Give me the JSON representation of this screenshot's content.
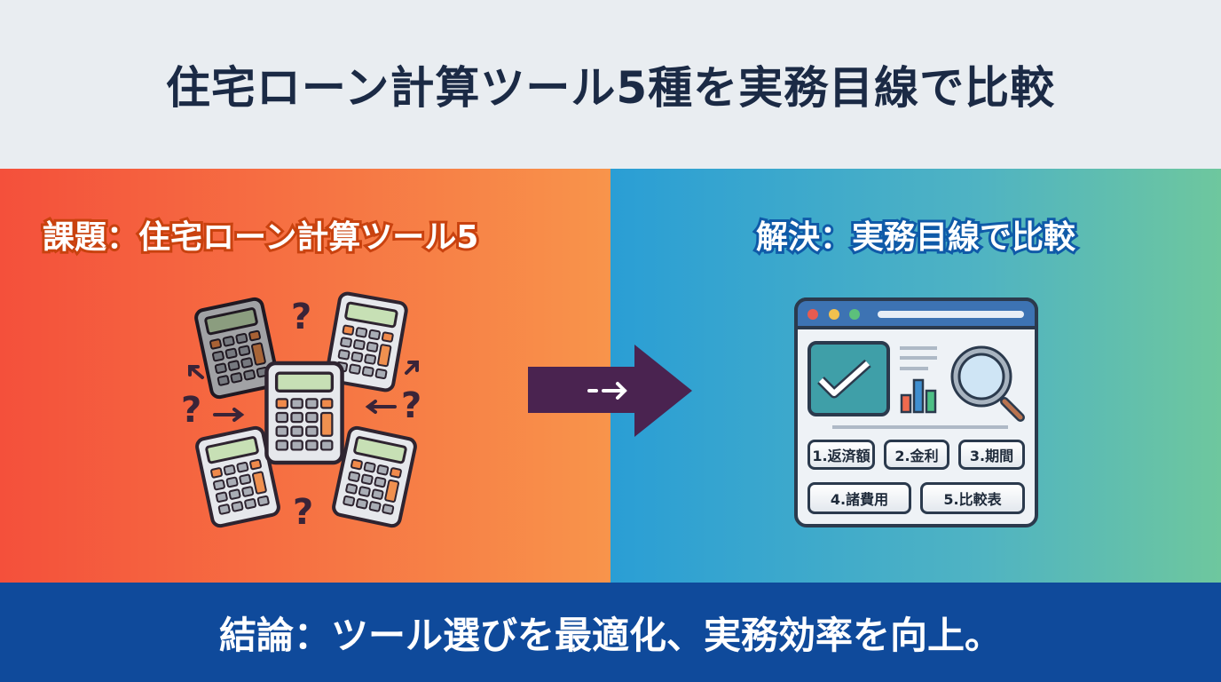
{
  "title": "住宅ローン計算ツール5種を実務目線で比較",
  "problem": {
    "heading": "課題：住宅ローン計算ツール5"
  },
  "solution": {
    "heading": "解決：実務目線で比較",
    "buttons": [
      "1.返済額",
      "2.金利",
      "3.期間",
      "4.諸費用",
      "5.比較表"
    ]
  },
  "conclusion": "結論：ツール選びを最適化、実務効率を向上。",
  "colors": {
    "header_bg": "#e9edf1",
    "title": "#1b2a45",
    "problem_start": "#f4503b",
    "problem_end": "#f8944b",
    "solution_start": "#2a9ed5",
    "solution_end": "#6ec79e",
    "footer_bg": "#0f4a9b",
    "arrow": "#4a2350"
  }
}
